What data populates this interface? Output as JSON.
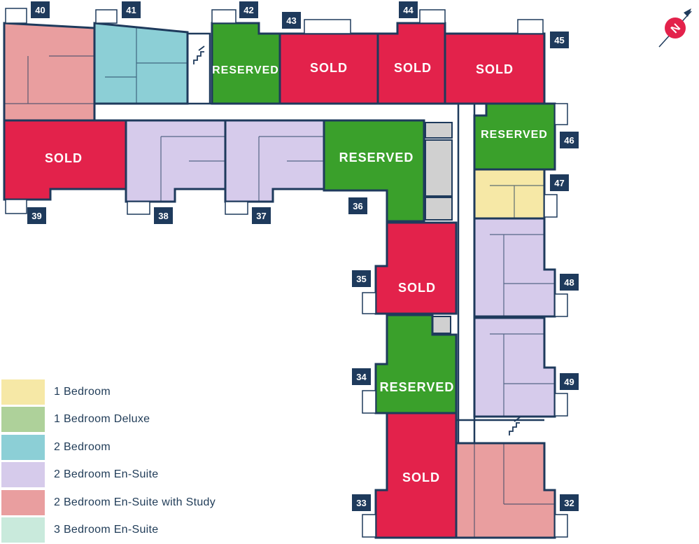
{
  "colors": {
    "sold": "#e3224b",
    "reserved": "#3aa02b",
    "wall": "#1e3a5c",
    "one_bed": "#f6e8a6",
    "one_bed_deluxe": "#aed19a",
    "two_bed": "#8ccfd6",
    "two_bed_ensuite": "#d6cbeb",
    "two_bed_study": "#e99e9f",
    "three_bed": "#c9eadc",
    "grey": "#d0d0d0"
  },
  "status_labels": {
    "sold": "SOLD",
    "reserved": "RESERVED"
  },
  "compass": {
    "label": "N"
  },
  "units": [
    {
      "number": "32",
      "type": "2 Bedroom En-Suite with Study"
    },
    {
      "number": "33",
      "status": "SOLD"
    },
    {
      "number": "34",
      "status": "RESERVED"
    },
    {
      "number": "35",
      "status": "SOLD"
    },
    {
      "number": "36",
      "status": "RESERVED"
    },
    {
      "number": "37",
      "type": "2 Bedroom En-Suite"
    },
    {
      "number": "38",
      "type": "2 Bedroom En-Suite"
    },
    {
      "number": "39",
      "status": "SOLD"
    },
    {
      "number": "40",
      "type": "2 Bedroom En-Suite with Study"
    },
    {
      "number": "41",
      "type": "2 Bedroom"
    },
    {
      "number": "42",
      "status": "RESERVED"
    },
    {
      "number": "43",
      "status": "SOLD"
    },
    {
      "number": "44",
      "status": "SOLD"
    },
    {
      "number": "45",
      "status": "SOLD"
    },
    {
      "number": "46",
      "status": "RESERVED"
    },
    {
      "number": "47",
      "type": "1 Bedroom"
    },
    {
      "number": "48",
      "type": "2 Bedroom En-Suite"
    },
    {
      "number": "49",
      "type": "2 Bedroom En-Suite"
    }
  ],
  "legend": [
    {
      "label": "1 Bedroom",
      "color": "#f6e8a6"
    },
    {
      "label": "1 Bedroom Deluxe",
      "color": "#aed19a"
    },
    {
      "label": "2 Bedroom",
      "color": "#8ccfd6"
    },
    {
      "label": "2 Bedroom En-Suite",
      "color": "#d6cbeb"
    },
    {
      "label": "2 Bedroom En-Suite with Study",
      "color": "#e99e9f"
    },
    {
      "label": "3 Bedroom En-Suite",
      "color": "#c9eadc"
    }
  ]
}
